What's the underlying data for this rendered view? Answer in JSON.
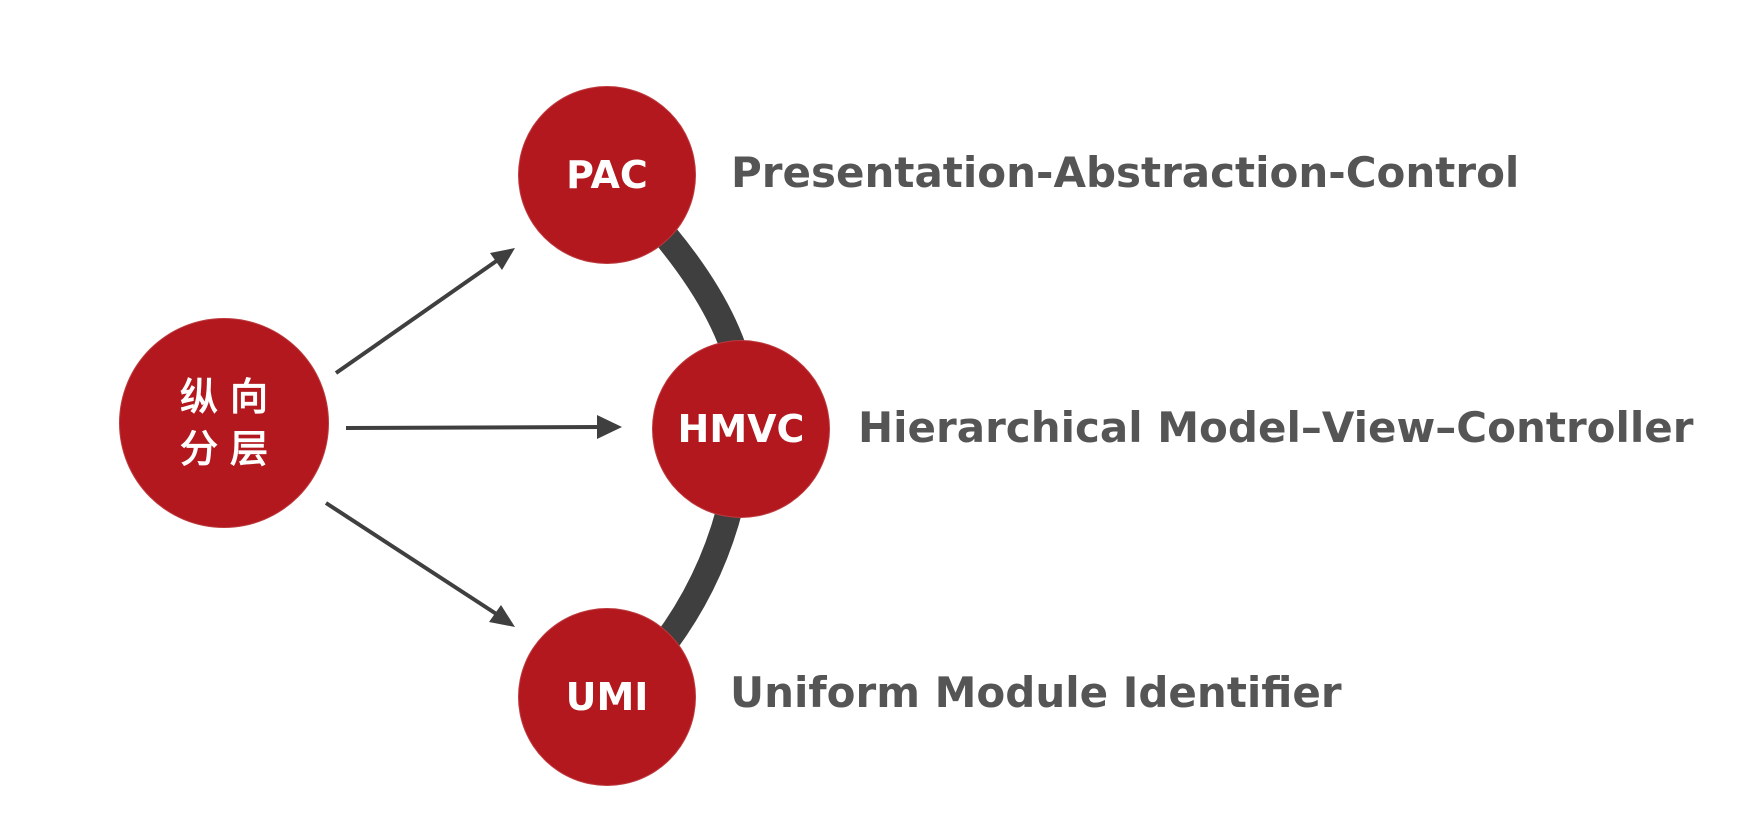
{
  "diagram": {
    "root": {
      "label": "纵向分层"
    },
    "nodes": [
      {
        "id": "pac",
        "label": "PAC",
        "description": "Presentation-Abstraction-Control"
      },
      {
        "id": "hmvc",
        "label": "HMVC",
        "description": "Hierarchical Model–View–Controller"
      },
      {
        "id": "umi",
        "label": "UMI",
        "description": "Uniform Module Identifier"
      }
    ],
    "colors": {
      "node_fill": "#b2181d",
      "node_text": "#ffffff",
      "arrow": "#3f3f3f",
      "arc": "#3f3f3f",
      "description_text": "#555555",
      "background": "#ffffff"
    }
  }
}
